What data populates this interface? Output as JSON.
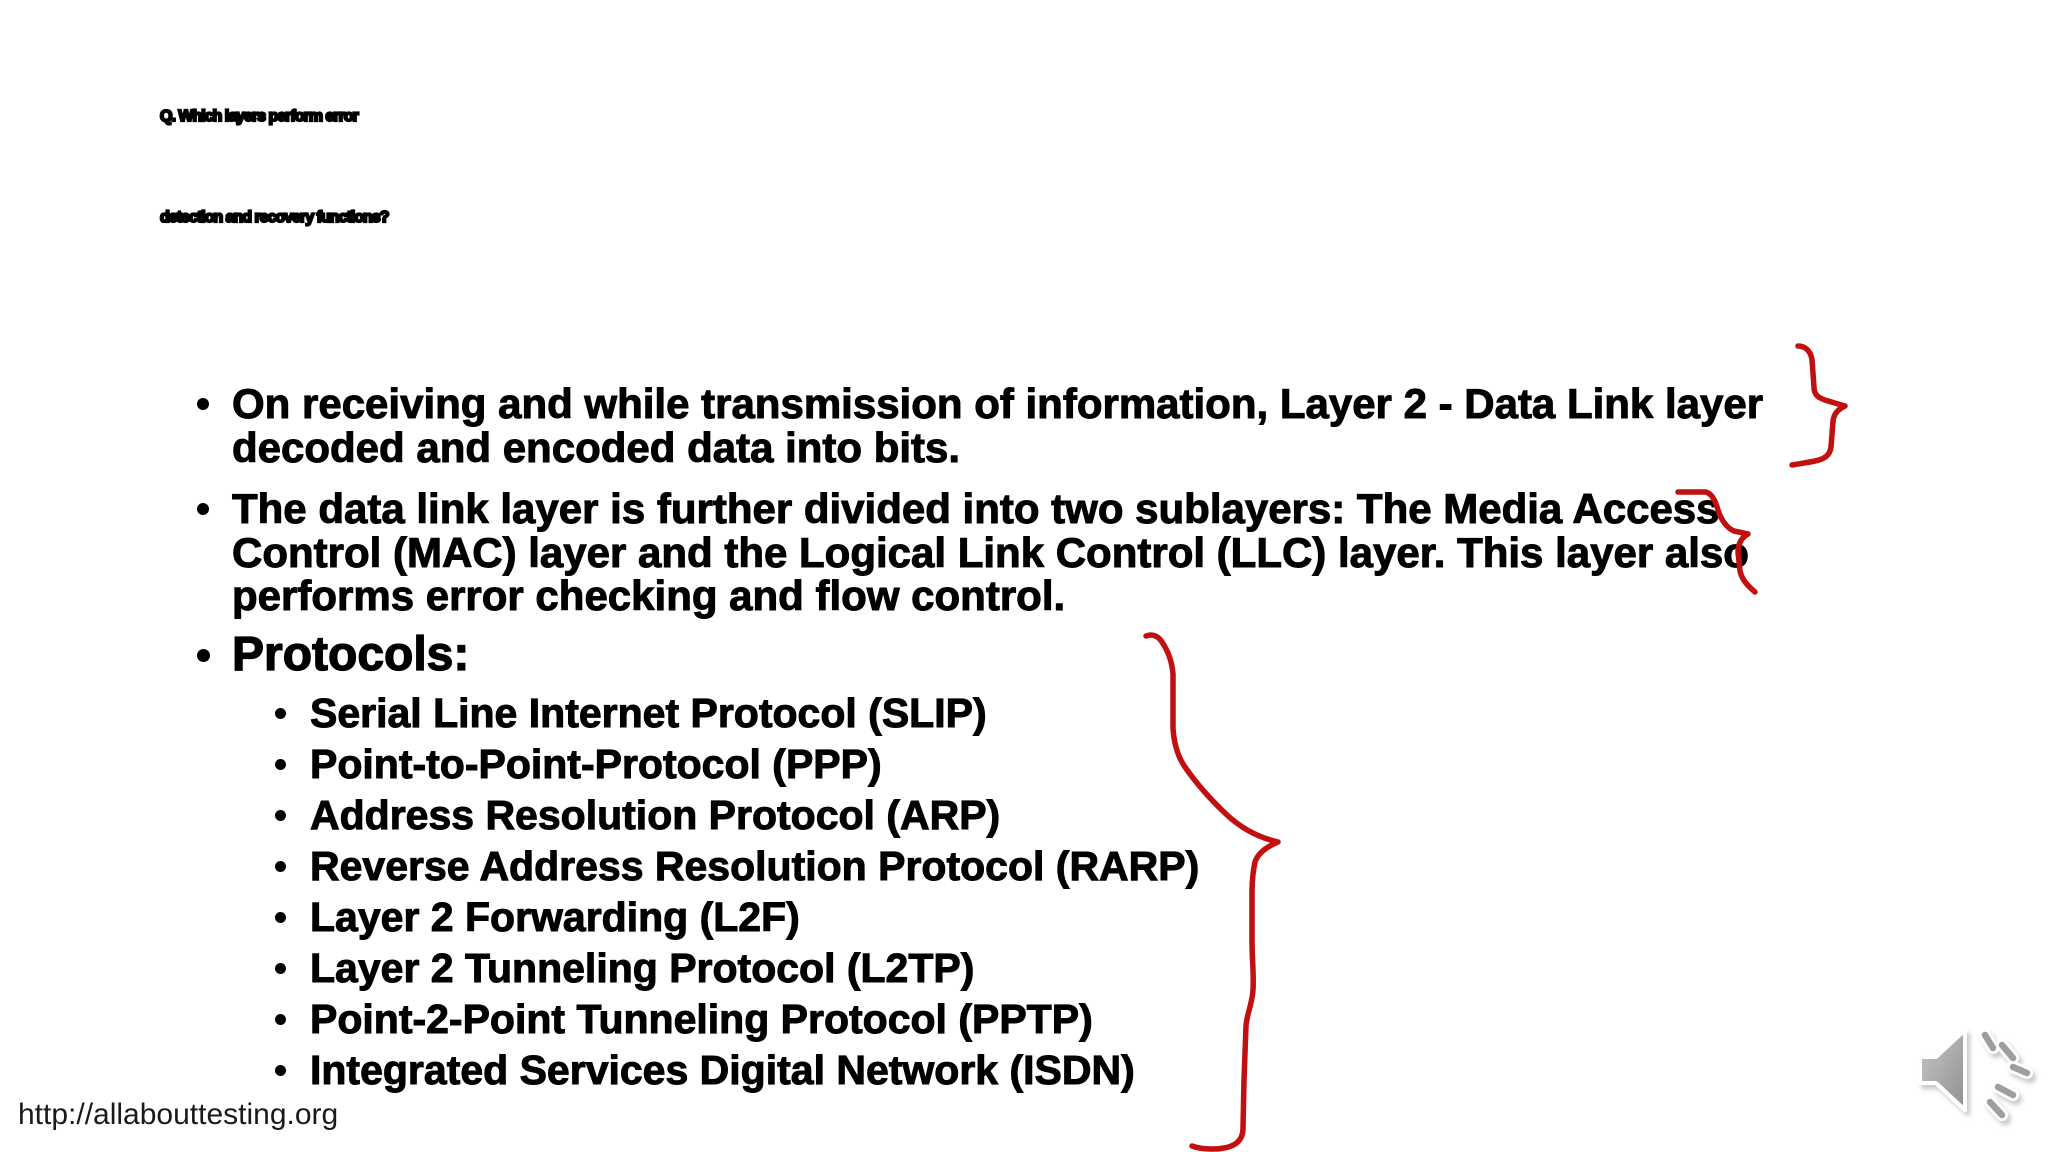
{
  "slide": {
    "title": {
      "lines": [
        "Q. Which layers perform error",
        "detection and recovery functions?"
      ]
    },
    "bullets": [
      {
        "text": "On receiving and while transmission of information, Layer 2 - Data Link layer decoded and encoded data into bits."
      },
      {
        "text": "The data link layer is further divided into two sublayers: The Media Access Control (MAC) layer and the Logical Link Control (LLC) layer. This layer also performs error checking and flow control."
      },
      {
        "text": "Protocols:"
      }
    ],
    "protocols": [
      "Serial Line Internet Protocol (SLIP)",
      "Point-to-Point-Protocol (PPP)",
      "Address Resolution Protocol (ARP)",
      "Reverse Address Resolution Protocol (RARP)",
      "Layer 2 Forwarding (L2F)",
      "Layer 2 Tunneling Protocol (L2TP)",
      "Point-2-Point Tunneling Protocol (PPTP)",
      "Integrated Services Digital Network (ISDN)"
    ],
    "footer": {
      "url": "http://allabouttesting.org"
    },
    "annotations": {
      "pen_color": "#c20f0f",
      "shapes": [
        "hand-drawn curly brace right of first bullet (Data Link layer)",
        "hand-drawn strike mark through 'Access' / 'also'",
        "tall hand-drawn curly brace right of protocol list"
      ]
    },
    "audio_icon": {
      "name": "speaker-with-sound-waves",
      "gray": "#9e9e9e"
    }
  }
}
